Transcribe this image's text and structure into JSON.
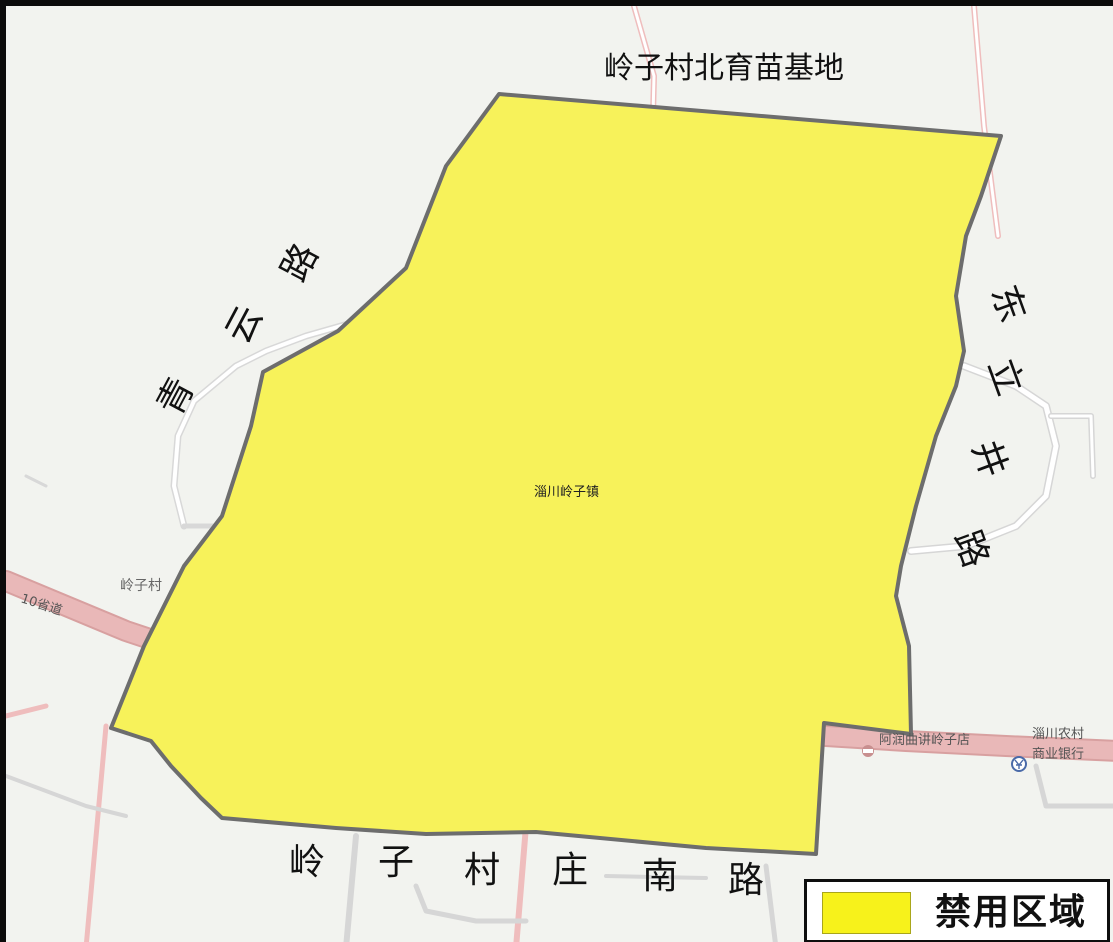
{
  "roads": {
    "north": "岭子村北育苗基地",
    "east": [
      "东",
      "立",
      "井",
      "路"
    ],
    "west": [
      "青",
      "云",
      "路"
    ],
    "south": [
      "岭",
      "子",
      "村",
      "庄",
      "南",
      "路"
    ],
    "provincial_road": "10省道",
    "shop": "阿润曲讲岭子店"
  },
  "places": {
    "village": "岭子村",
    "center_town": "淄川岭子镇",
    "bank_line1": "淄川农村",
    "bank_line2": "商业银行"
  },
  "legend": {
    "label": "禁用区域",
    "color": "#f7f21b"
  },
  "icons": {
    "shop_marker": "shop-marker-icon",
    "bank_marker": "bank-marker-icon"
  }
}
